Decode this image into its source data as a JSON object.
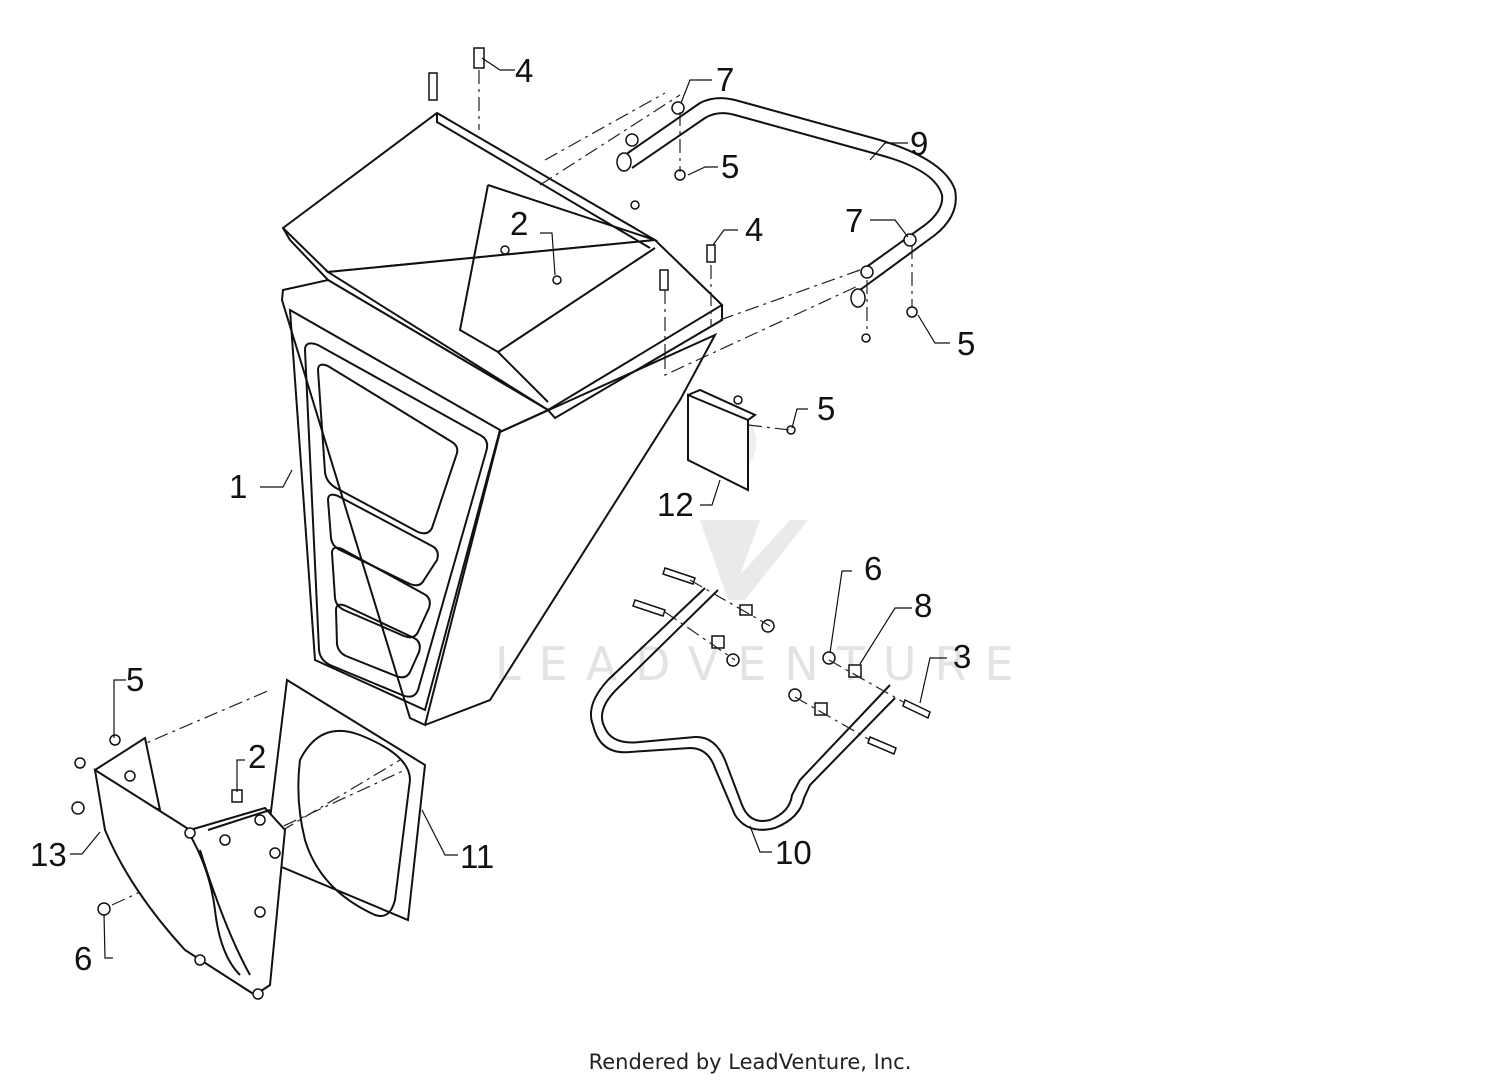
{
  "watermark": {
    "text": "LEADVENTURE"
  },
  "footer": {
    "text": "Rendered by LeadVenture, Inc."
  },
  "callouts": [
    {
      "id": "c1",
      "label": "1"
    },
    {
      "id": "c2a",
      "label": "2"
    },
    {
      "id": "c2b",
      "label": "2"
    },
    {
      "id": "c3",
      "label": "3"
    },
    {
      "id": "c4a",
      "label": "4"
    },
    {
      "id": "c4b",
      "label": "4"
    },
    {
      "id": "c5a",
      "label": "5"
    },
    {
      "id": "c5b",
      "label": "5"
    },
    {
      "id": "c5c",
      "label": "5"
    },
    {
      "id": "c5d",
      "label": "5"
    },
    {
      "id": "c6a",
      "label": "6"
    },
    {
      "id": "c6b",
      "label": "6"
    },
    {
      "id": "c7a",
      "label": "7"
    },
    {
      "id": "c7b",
      "label": "7"
    },
    {
      "id": "c8",
      "label": "8"
    },
    {
      "id": "c9",
      "label": "9"
    },
    {
      "id": "c10",
      "label": "10"
    },
    {
      "id": "c11",
      "label": "11"
    },
    {
      "id": "c12",
      "label": "12"
    },
    {
      "id": "c13",
      "label": "13"
    }
  ]
}
